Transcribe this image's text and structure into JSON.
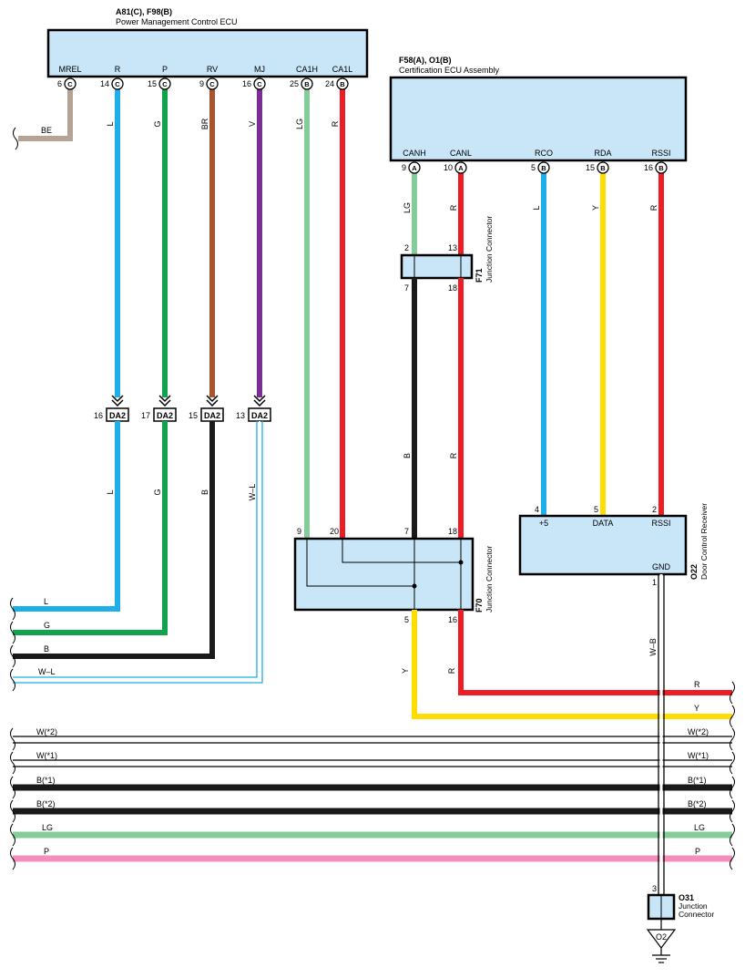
{
  "colors": {
    "BE": "#b5a393",
    "L": "#1eaee8",
    "G": "#10a24c",
    "BR": "#a6552e",
    "V": "#7a2e93",
    "LG": "#84cc9a",
    "R": "#ee1c24",
    "Y": "#ffdd00",
    "B": "#1a1a1a",
    "P": "#f48fbd",
    "box": "#c9e6f8"
  },
  "ecu_pm": {
    "code": "A81(C), F98(B)",
    "name": "Power Management Control ECU",
    "pins": [
      {
        "num": "6",
        "conn": "C",
        "label": "MREL"
      },
      {
        "num": "14",
        "conn": "C",
        "label": "R"
      },
      {
        "num": "15",
        "conn": "C",
        "label": "P"
      },
      {
        "num": "9",
        "conn": "C",
        "label": "RV"
      },
      {
        "num": "16",
        "conn": "C",
        "label": "MJ"
      },
      {
        "num": "25",
        "conn": "B",
        "label": "CA1H"
      },
      {
        "num": "24",
        "conn": "B",
        "label": "CA1L"
      }
    ]
  },
  "ecu_cert": {
    "code": "F58(A), O1(B)",
    "name": "Certification ECU Assembly",
    "pins": [
      {
        "num": "9",
        "conn": "A",
        "label": "CANH"
      },
      {
        "num": "10",
        "conn": "A",
        "label": "CANL"
      },
      {
        "num": "5",
        "conn": "B",
        "label": "RCO"
      },
      {
        "num": "15",
        "conn": "B",
        "label": "RDA"
      },
      {
        "num": "16",
        "conn": "B",
        "label": "RSSI"
      }
    ]
  },
  "wire_labels": {
    "be": "BE",
    "l_top": "L",
    "g_top": "G",
    "br_top": "BR",
    "v_top": "V",
    "lg_top": "LG",
    "r_top": "R",
    "l_mid": "L",
    "g_mid": "G",
    "b_mid": "B",
    "wl_mid": "W–L",
    "cert_lg": "LG",
    "cert_r": "R",
    "cert_l": "L",
    "cert_y": "Y",
    "cert_r2": "R",
    "f71_b": "B",
    "f71_r": "R",
    "f70_y": "Y",
    "f70_r": "R",
    "gnd_wb": "W–B"
  },
  "da2": [
    {
      "num": "16",
      "label": "DA2"
    },
    {
      "num": "17",
      "label": "DA2"
    },
    {
      "num": "15",
      "label": "DA2"
    },
    {
      "num": "13",
      "label": "DA2"
    }
  ],
  "f71": {
    "code": "F71",
    "name": "Junction Connector",
    "pins": {
      "tl": "2",
      "tr": "13",
      "bl": "7",
      "br": "18"
    }
  },
  "f70": {
    "code": "F70",
    "name": "Junction Connector",
    "pins": {
      "t1": "9",
      "t2": "20",
      "t3": "7",
      "t4": "18",
      "b1": "5",
      "b2": "16"
    }
  },
  "o22": {
    "code": "O22",
    "name": "Door Control Receiver",
    "pins": [
      {
        "num": "4",
        "label": "+5"
      },
      {
        "num": "5",
        "label": "DATA"
      },
      {
        "num": "2",
        "label": "RSSI"
      }
    ],
    "gnd_num": "1",
    "gnd_label": "GND"
  },
  "o31": {
    "code": "O31",
    "name": "Junction Connector",
    "pin": "3"
  },
  "ground": {
    "label": "O2"
  },
  "left_bus": [
    "L",
    "G",
    "B",
    "W–L"
  ],
  "right_bus_top": [
    "R",
    "Y"
  ],
  "bus_lines": [
    {
      "left": "W(*2)",
      "right": "W(*2)"
    },
    {
      "left": "W(*1)",
      "right": "W(*1)"
    },
    {
      "left": "B(*1)",
      "right": "B(*1)"
    },
    {
      "left": "B(*2)",
      "right": "B(*2)"
    },
    {
      "left": "LG",
      "right": "LG"
    },
    {
      "left": "P",
      "right": "P"
    }
  ]
}
